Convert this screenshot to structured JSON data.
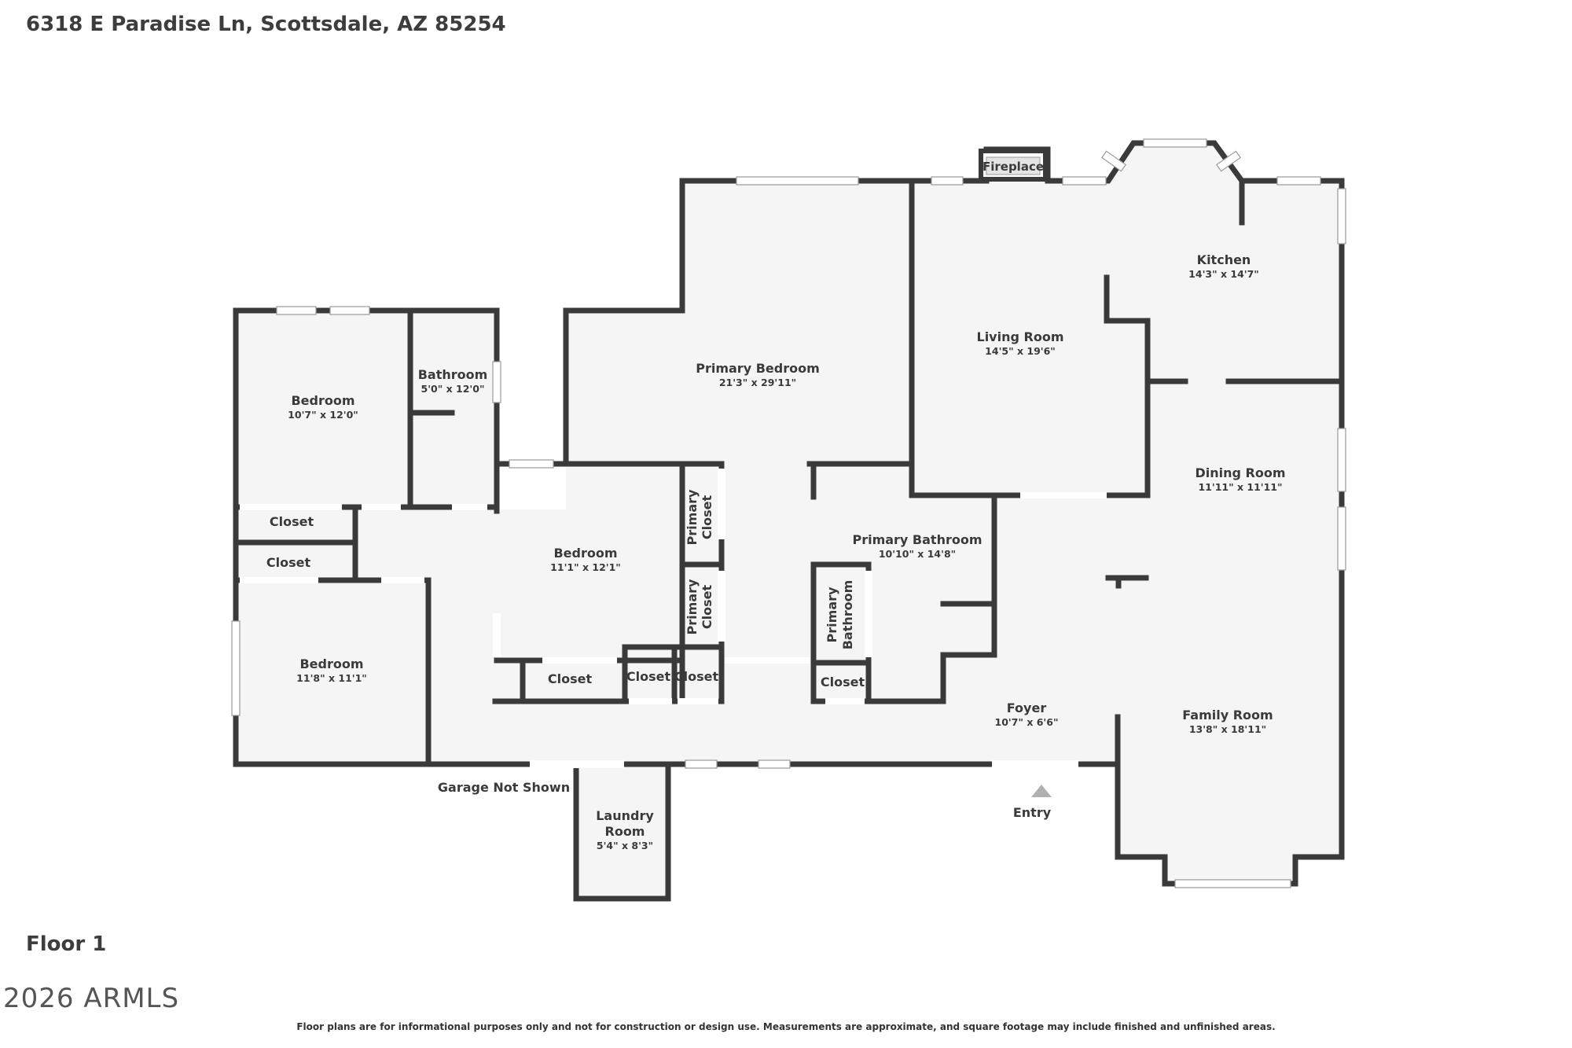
{
  "header": {
    "address": "6318 E Paradise Ln, Scottsdale, AZ 85254"
  },
  "footer": {
    "floor_label": "Floor 1",
    "watermark": "2026 ARMLS",
    "disclaimer": "Floor plans are for informational purposes only and not for construction or design use. Measurements are approximate, and square footage may include finished and unfinished areas."
  },
  "rooms": {
    "bedroom_nw": {
      "name": "Bedroom",
      "dims": "10'7\" x 12'0\""
    },
    "bathroom": {
      "name": "Bathroom",
      "dims": "5'0\" x 12'0\""
    },
    "closet_1": {
      "name": "Closet"
    },
    "closet_2": {
      "name": "Closet"
    },
    "bedroom_sw": {
      "name": "Bedroom",
      "dims": "11'8\" x 11'1\""
    },
    "bedroom_mid": {
      "name": "Bedroom",
      "dims": "11'1\" x 12'1\""
    },
    "closet_3": {
      "name": "Closet"
    },
    "closet_4": {
      "name": "Closet"
    },
    "closet_5": {
      "name": "Closet"
    },
    "primary_bedroom": {
      "name": "Primary Bedroom",
      "dims": "21'3\" x 29'11\""
    },
    "primary_closet_1": {
      "line1": "Primary",
      "line2": "Closet"
    },
    "primary_closet_2": {
      "line1": "Primary",
      "line2": "Closet"
    },
    "primary_bathroom": {
      "name": "Primary Bathroom",
      "dims": "10'10\" x 14'8\""
    },
    "primary_bathroom_small": {
      "line1": "Primary",
      "line2": "Bathroom"
    },
    "closet_6": {
      "name": "Closet"
    },
    "living_room": {
      "name": "Living Room",
      "dims": "14'5\" x 19'6\""
    },
    "fireplace": {
      "name": "Fireplace"
    },
    "kitchen": {
      "name": "Kitchen",
      "dims": "14'3\" x 14'7\""
    },
    "dining_room": {
      "name": "Dining Room",
      "dims": "11'11\" x 11'11\""
    },
    "foyer": {
      "name": "Foyer",
      "dims": "10'7\" x 6'6\""
    },
    "family_room": {
      "name": "Family Room",
      "dims": "13'8\" x 18'11\""
    },
    "laundry_room": {
      "line1": "Laundry",
      "line2": "Room",
      "dims": "5'4\" x 8'3\""
    }
  },
  "labels": {
    "garage": "Garage Not Shown",
    "entry": "Entry"
  },
  "colors": {
    "wall": "#3a3a3a",
    "floor": "#f5f5f5",
    "window": "#d0d0d0"
  }
}
